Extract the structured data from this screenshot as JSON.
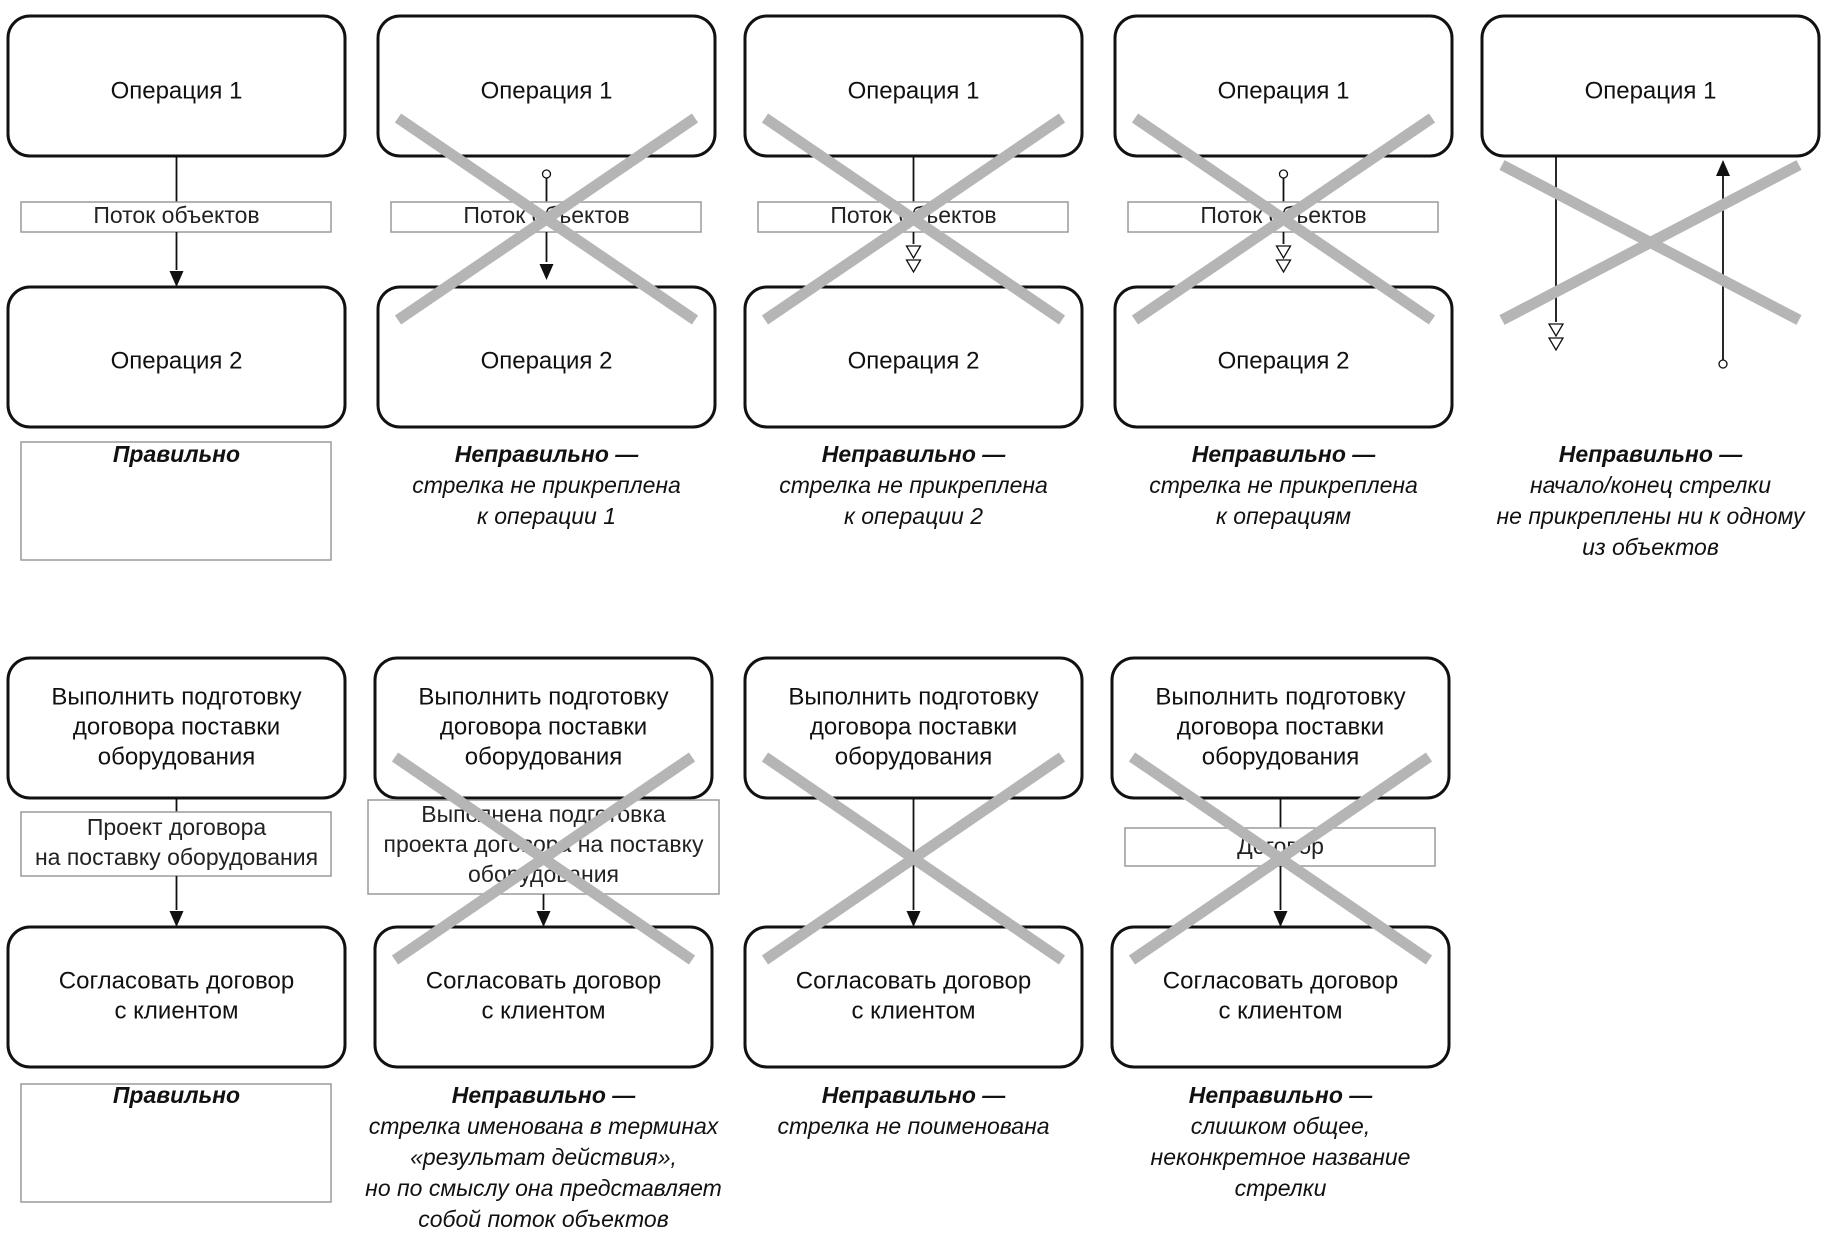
{
  "colors": {
    "stroke": "#111111",
    "cross": "#b5b5b5",
    "label_border": "#9a9a9a",
    "background": "#ffffff"
  },
  "rows": [
    {
      "panels": [
        {
          "id": "r1p1",
          "op1": [
            "Операция 1"
          ],
          "op2": [
            "Операция 2"
          ],
          "flow_label": [
            "Поток объектов"
          ],
          "verdict_title": "Правильно",
          "verdict_lines": [],
          "crossed": false
        },
        {
          "id": "r1p2",
          "op1": [
            "Операция 1"
          ],
          "op2": [
            "Операция 2"
          ],
          "flow_label": [
            "Поток объектов"
          ],
          "verdict_title": "Неправильно —",
          "verdict_lines": [
            "стрелка не прикреплена",
            "к операции 1"
          ],
          "crossed": true
        },
        {
          "id": "r1p3",
          "op1": [
            "Операция 1"
          ],
          "op2": [
            "Операция 2"
          ],
          "flow_label": [
            "Поток объектов"
          ],
          "verdict_title": "Неправильно —",
          "verdict_lines": [
            "стрелка не прикреплена",
            "к операции 2"
          ],
          "crossed": true
        },
        {
          "id": "r1p4",
          "op1": [
            "Операция 1"
          ],
          "op2": [
            "Операция 2"
          ],
          "flow_label": [
            "Поток объектов"
          ],
          "verdict_title": "Неправильно —",
          "verdict_lines": [
            "стрелка не прикреплена",
            "к операциям"
          ],
          "crossed": true
        },
        {
          "id": "r1p5",
          "op1": [
            "Операция 1"
          ],
          "op2": [],
          "flow_label": [],
          "verdict_title": "Неправильно —",
          "verdict_lines": [
            "начало/конец стрелки",
            "не прикреплены ни к одному",
            "из объектов"
          ],
          "crossed": true
        }
      ]
    },
    {
      "panels": [
        {
          "id": "r2p1",
          "op1": [
            "Выполнить подготовку",
            "договора поставки",
            "оборудования"
          ],
          "op2": [
            "Согласовать договор",
            "с клиентом"
          ],
          "flow_label": [
            "Проект договора",
            "на поставку оборудования"
          ],
          "verdict_title": "Правильно",
          "verdict_lines": [],
          "crossed": false
        },
        {
          "id": "r2p2",
          "op1": [
            "Выполнить подготовку",
            "договора поставки",
            "оборудования"
          ],
          "op2": [
            "Согласовать договор",
            "с клиентом"
          ],
          "flow_label": [
            "Выполнена подготовка",
            "проекта договора на поставку",
            "оборудования"
          ],
          "verdict_title": "Неправильно —",
          "verdict_lines": [
            "стрелка именована в терминах",
            "«результат действия»,",
            "но по смыслу она представляет",
            "собой поток объектов"
          ],
          "crossed": true
        },
        {
          "id": "r2p3",
          "op1": [
            "Выполнить подготовку",
            "договора поставки",
            "оборудования"
          ],
          "op2": [
            "Согласовать договор",
            "с клиентом"
          ],
          "flow_label": [],
          "verdict_title": "Неправильно —",
          "verdict_lines": [
            "стрелка не поименована"
          ],
          "crossed": true
        },
        {
          "id": "r2p4",
          "op1": [
            "Выполнить подготовку",
            "договора поставки",
            "оборудования"
          ],
          "op2": [
            "Согласовать договор",
            "с клиентом"
          ],
          "flow_label": [
            "Договор"
          ],
          "verdict_title": "Неправильно —",
          "verdict_lines": [
            "слишком общее,",
            "неконкретное название",
            "стрелки"
          ],
          "crossed": true
        }
      ]
    }
  ]
}
